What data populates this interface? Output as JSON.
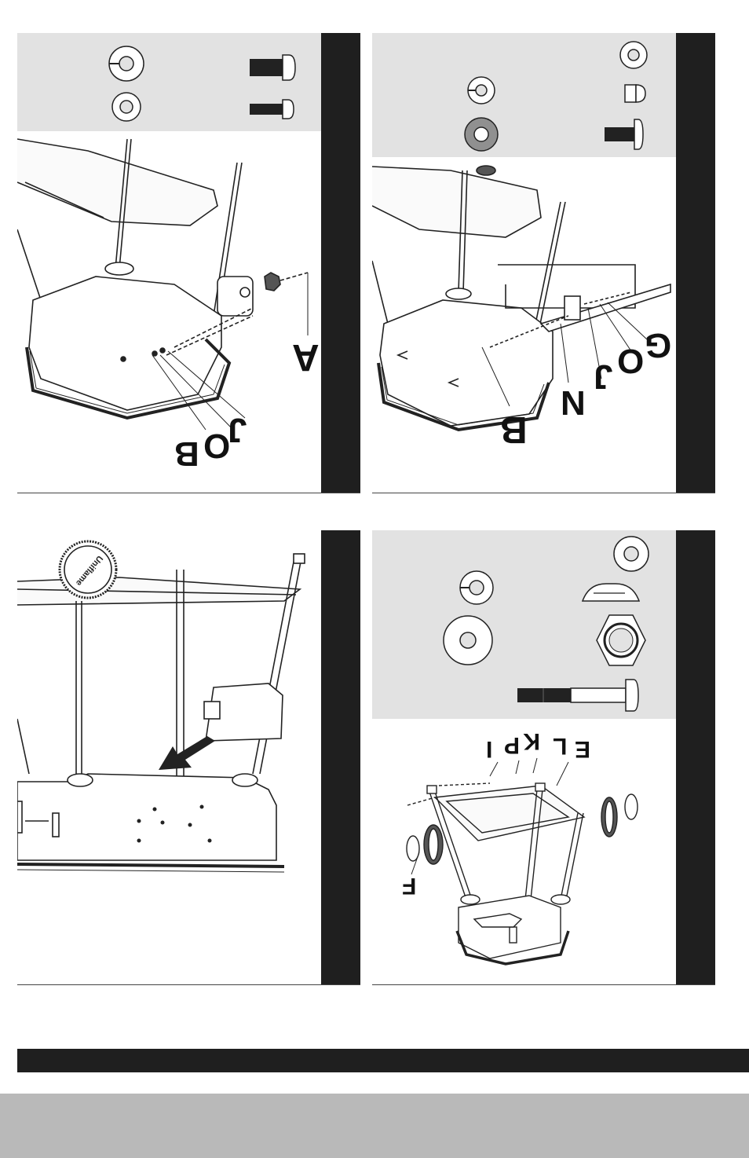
{
  "panels": {
    "top_left": {
      "labels": [
        "J",
        "O",
        "B",
        "A"
      ]
    },
    "top_right": {
      "labels": [
        "G",
        "O",
        "J",
        "N",
        "B"
      ]
    },
    "bottom_left": {
      "badge_text": "Uniflame"
    },
    "bottom_right": {
      "labels": [
        "E",
        "L",
        "K",
        "P",
        "I",
        "F"
      ]
    }
  },
  "colors": {
    "parts_background": "#e2e2e2",
    "step_bar": "#1f1f1f",
    "footer_gray": "#b9b9b9"
  }
}
